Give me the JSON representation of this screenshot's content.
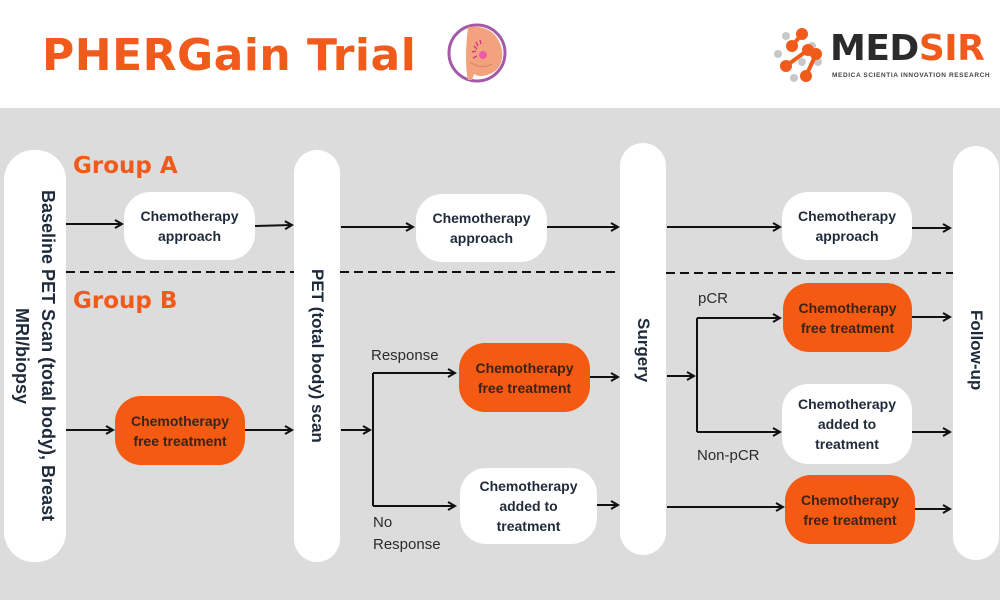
{
  "header": {
    "title": "PHERGain Trial",
    "title_icon": "breast-icon",
    "logo": {
      "icon": "molecule-logo-icon",
      "word_part1": "MED",
      "word_part2": "SIR",
      "tagline": "MEDICA SCIENTIA INNOVATION RESEARCH"
    }
  },
  "colors": {
    "accent": "#f05a1a",
    "panel_bg": "#dcdcdc",
    "text_dark": "#1f2a3a",
    "box_orange": "#f55a12",
    "box_white": "#ffffff"
  },
  "groups": {
    "a": "Group A",
    "b": "Group B"
  },
  "stages": {
    "baseline": "Baseline PET Scan (total body), Breast MRI/biopsy",
    "pet": "PET (total body) scan",
    "surgery": "Surgery",
    "followup": "Follow-up"
  },
  "group_a": {
    "box1": "Chemotherapy approach",
    "box2": "Chemotherapy approach",
    "box3": "Chemotherapy approach"
  },
  "group_b": {
    "box1": "Chemotherapy free treatment",
    "response_label": "Response",
    "no_response_label": "No Response",
    "response_box": "Chemotherapy free treatment",
    "no_response_box": "Chemotherapy added to treatment",
    "pcr_label": "pCR",
    "non_pcr_label": "Non-pCR",
    "pcr_box": "Chemotherapy free treatment",
    "non_pcr_box": "Chemotherapy added to treatment",
    "no_response_post_box": "Chemotherapy free treatment"
  }
}
